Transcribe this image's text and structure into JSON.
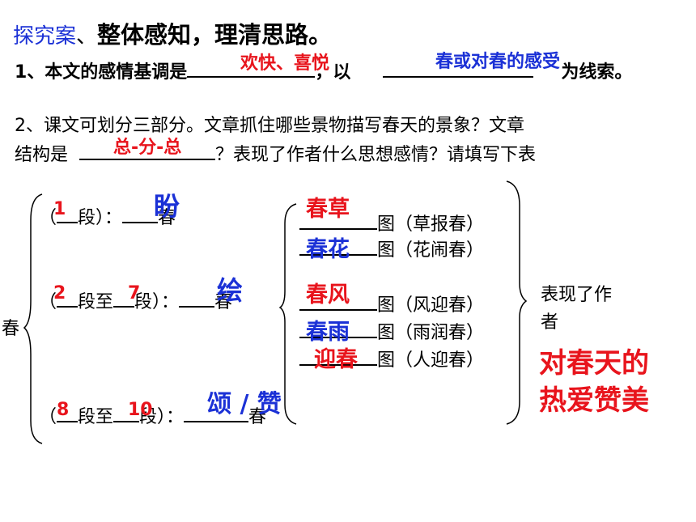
{
  "title": {
    "prefix": "探究案",
    "sep": "、",
    "main": "整体感知，理清思路。"
  },
  "q1": {
    "lead": "1、本文的感情基调是",
    "answer1": "欢快、喜悦",
    "mid": "，以",
    "answer2": "春或对春的感受",
    "tail": "为线索。"
  },
  "q2": {
    "line1": "2、课文可划分三部分。文章抓住哪些景物描写春天的景象？文章",
    "line2a": "结构是",
    "structure": "总-分-总",
    "line2b": "？表现了作者什么思想感情？请填写下表"
  },
  "diagram": {
    "root": "春",
    "parts": [
      {
        "open": "（",
        "num": "1",
        "text": "段）：",
        "verb": "盼",
        "tail": "春"
      },
      {
        "open": "（",
        "num1": "2",
        "mid": "段至",
        "num2": "7",
        "text": "段）：",
        "verb": "绘",
        "tail": "春"
      },
      {
        "open": "（",
        "num1": "8",
        "mid": "段至",
        "num2": "10",
        "text": "段）：",
        "verb": "颂 / 赞",
        "tail": "春"
      }
    ],
    "pictures": [
      {
        "answer": "春草",
        "label": "图（草报春）",
        "color": "red"
      },
      {
        "answer": "春花",
        "label": "图（花闹春）",
        "color": "blue"
      },
      {
        "answer": "春风",
        "label": "图（风迎春）",
        "color": "red"
      },
      {
        "answer": "春雨",
        "label": "图（雨润春）",
        "color": "blue"
      },
      {
        "answer": "迎春",
        "label": "图（人迎春）",
        "color": "red"
      }
    ],
    "expresses": {
      "line1": "表现了作",
      "line2": "者"
    },
    "emotion": {
      "line1": "对春天的",
      "line2": "热爱赞美"
    }
  },
  "colors": {
    "red": "#e8141c",
    "blue": "#1b31d6",
    "title_blue": "#1b31d6"
  }
}
